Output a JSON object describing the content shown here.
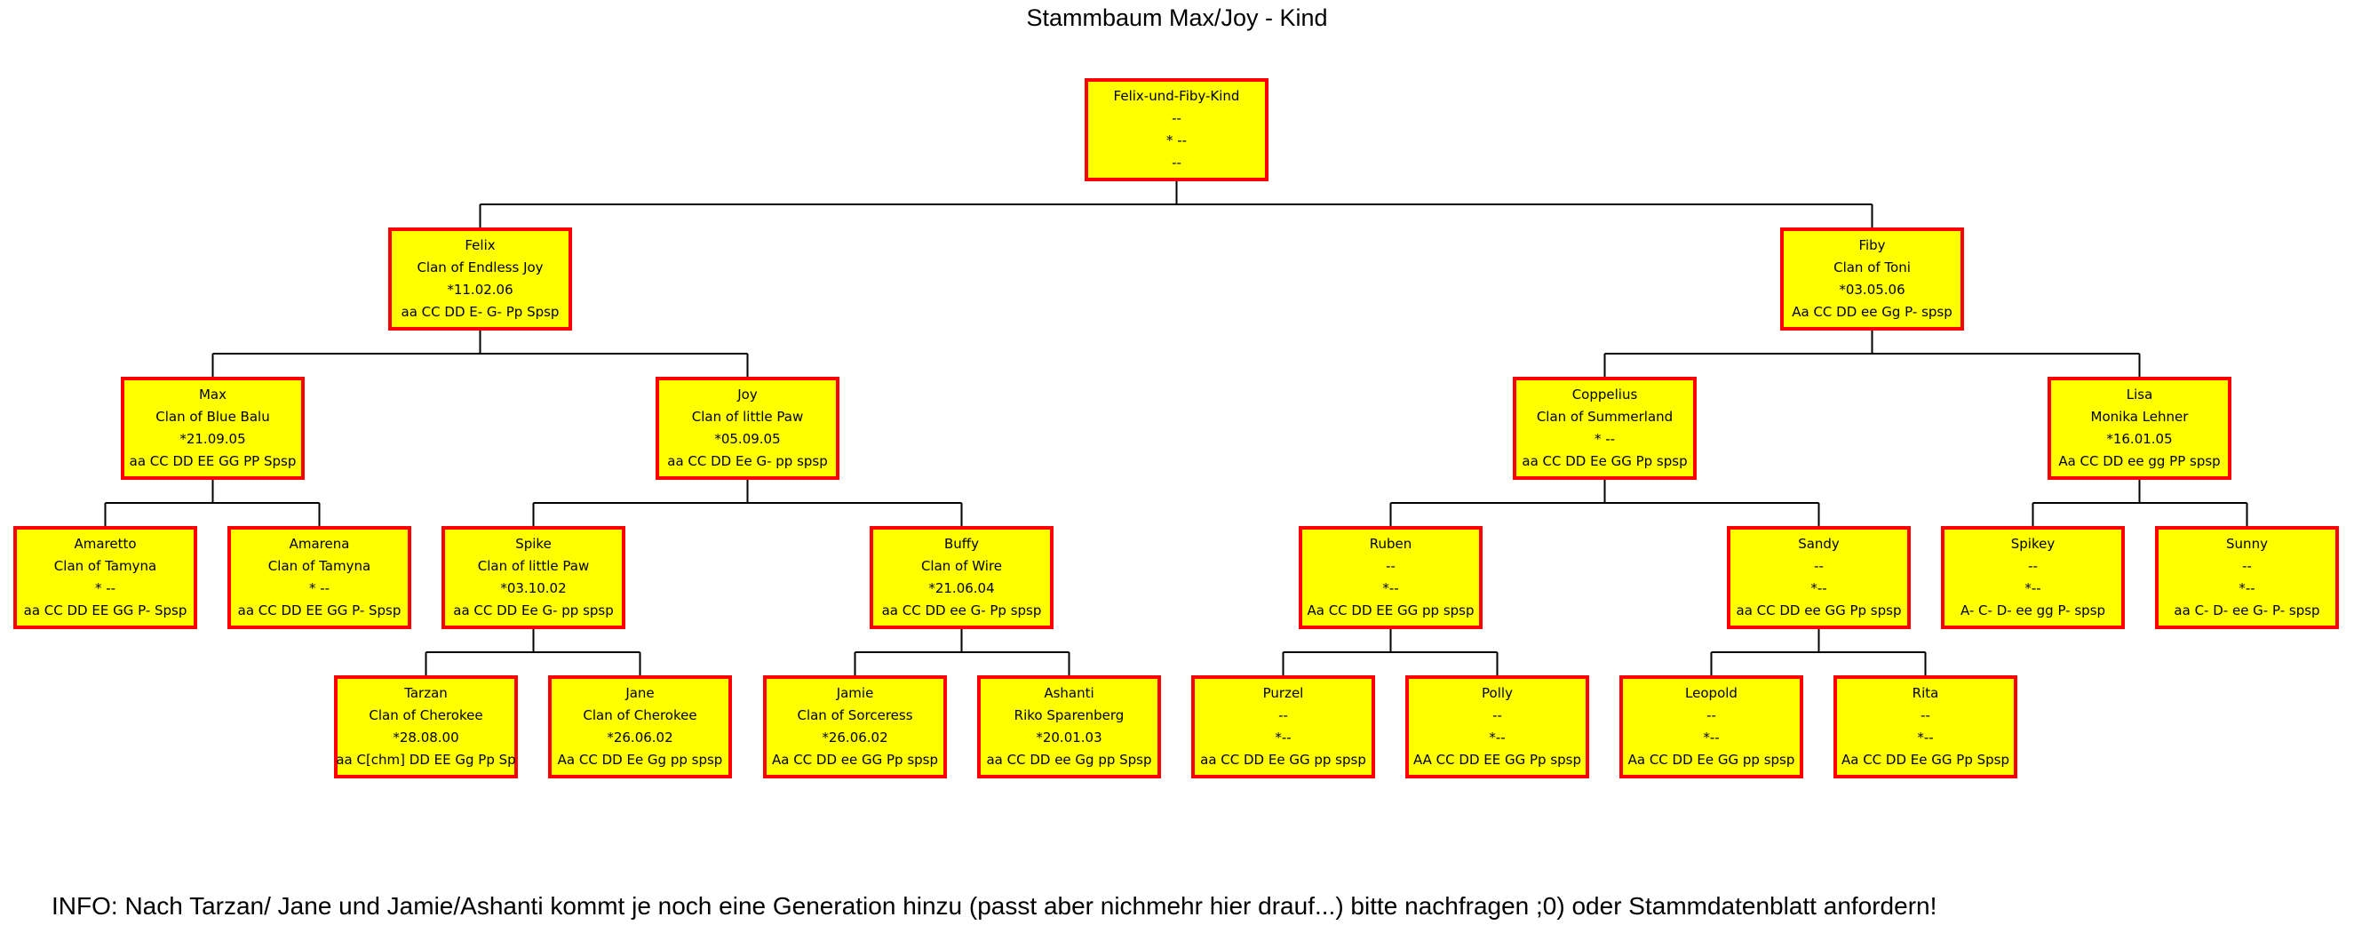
{
  "title": "Stammbaum Max/Joy - Kind",
  "colors": {
    "box_fill": "#ffff00",
    "box_border": "#ff0000",
    "connector": "#000000"
  },
  "nodes": {
    "root": [
      "Felix-und-Fiby-Kind",
      "--",
      "* --",
      "--"
    ],
    "felix": [
      "Felix",
      "Clan of Endless Joy",
      "*11.02.06",
      "aa CC DD E- G- Pp Spsp"
    ],
    "fiby": [
      "Fiby",
      "Clan of Toni",
      "*03.05.06",
      "Aa CC DD ee Gg P- spsp"
    ],
    "max": [
      "Max",
      "Clan of Blue Balu",
      "*21.09.05",
      "aa CC DD EE GG PP Spsp"
    ],
    "joy": [
      "Joy",
      "Clan of little Paw",
      "*05.09.05",
      "aa CC DD Ee G- pp spsp"
    ],
    "coppelius": [
      "Coppelius",
      "Clan of Summerland",
      "* --",
      "aa CC DD Ee GG Pp spsp"
    ],
    "lisa": [
      "Lisa",
      "Monika Lehner",
      "*16.01.05",
      "Aa CC DD ee gg PP spsp"
    ],
    "amaretto": [
      "Amaretto",
      "Clan of Tamyna",
      "* --",
      "aa CC DD EE GG P- Spsp"
    ],
    "amarena": [
      "Amarena",
      "Clan of Tamyna",
      "* --",
      "aa CC DD EE GG P- Spsp"
    ],
    "spike": [
      "Spike",
      "Clan of little Paw",
      "*03.10.02",
      "aa CC DD Ee G- pp spsp"
    ],
    "buffy": [
      "Buffy",
      "Clan of Wire",
      "*21.06.04",
      "aa CC DD ee G- Pp spsp"
    ],
    "ruben": [
      "Ruben",
      "--",
      "*--",
      "Aa CC DD EE GG pp spsp"
    ],
    "sandy": [
      "Sandy",
      "--",
      "*--",
      "aa CC DD ee GG Pp spsp"
    ],
    "spikey": [
      "Spikey",
      "--",
      "*--",
      "A- C- D- ee gg P- spsp"
    ],
    "sunny": [
      "Sunny",
      "--",
      "*--",
      "aa C- D- ee G- P- spsp"
    ],
    "tarzan": [
      "Tarzan",
      "Clan of Cherokee",
      "*28.08.00",
      "aa C[chm] DD EE Gg Pp Sp"
    ],
    "jane": [
      "Jane",
      "Clan of Cherokee",
      "*26.06.02",
      "Aa CC DD Ee Gg pp spsp"
    ],
    "jamie": [
      "Jamie",
      "Clan of Sorceress",
      "*26.06.02",
      "Aa CC DD ee GG Pp spsp"
    ],
    "ashanti": [
      "Ashanti",
      "Riko Sparenberg",
      "*20.01.03",
      "aa CC DD ee Gg pp Spsp"
    ],
    "purzel": [
      "Purzel",
      "--",
      "*--",
      "aa CC DD Ee GG pp spsp"
    ],
    "polly": [
      "Polly",
      "--",
      "*--",
      "AA CC DD EE GG Pp spsp"
    ],
    "leopold": [
      "Leopold",
      "--",
      "*--",
      "Aa CC DD Ee GG pp spsp"
    ],
    "rita": [
      "Rita",
      "--",
      "*--",
      "Aa CC DD Ee GG Pp Spsp"
    ]
  },
  "relations": [
    {
      "parent": "root",
      "children": [
        "felix",
        "fiby"
      ]
    },
    {
      "parent": "felix",
      "children": [
        "max",
        "joy"
      ]
    },
    {
      "parent": "fiby",
      "children": [
        "coppelius",
        "lisa"
      ]
    },
    {
      "parent": "max",
      "children": [
        "amaretto",
        "amarena"
      ]
    },
    {
      "parent": "joy",
      "children": [
        "spike",
        "buffy"
      ]
    },
    {
      "parent": "coppelius",
      "children": [
        "ruben",
        "sandy"
      ]
    },
    {
      "parent": "lisa",
      "children": [
        "spikey",
        "sunny"
      ]
    },
    {
      "parent": "spike",
      "children": [
        "tarzan",
        "jane"
      ]
    },
    {
      "parent": "buffy",
      "children": [
        "jamie",
        "ashanti"
      ]
    },
    {
      "parent": "ruben",
      "children": [
        "purzel",
        "polly"
      ]
    },
    {
      "parent": "sandy",
      "children": [
        "leopold",
        "rita"
      ]
    }
  ],
  "info": "INFO: Nach Tarzan/ Jane und Jamie/Ashanti kommt je noch eine Generation hinzu (passt aber nichmehr hier drauf...) bitte nachfragen ;0) oder Stammdatenblatt anfordern!"
}
